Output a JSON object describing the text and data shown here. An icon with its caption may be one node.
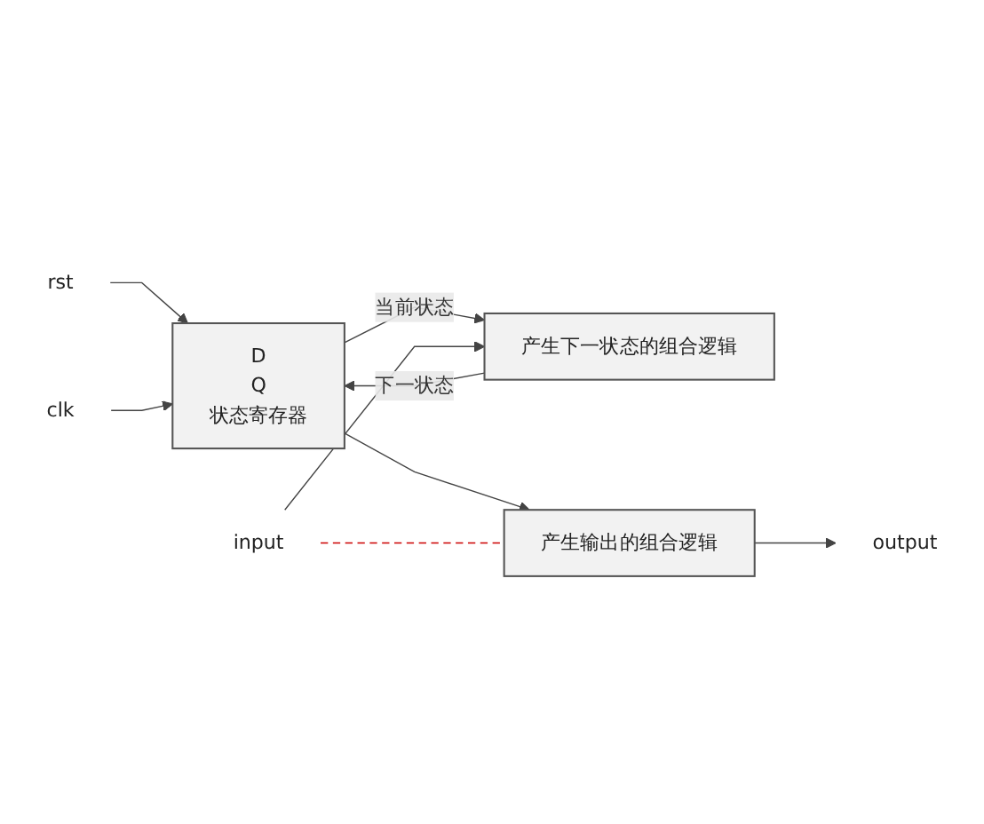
{
  "diagram": {
    "nodes": [
      {
        "text": [
          "D",
          "Q",
          "状态寄存器"
        ]
      },
      {
        "text": [
          "产生下一状态的组合逻辑"
        ]
      },
      {
        "text": [
          "产生输出的组合逻辑"
        ]
      },
      {
        "text": [
          "rst"
        ]
      },
      {
        "text": [
          "clk"
        ]
      },
      {
        "text": [
          "input"
        ]
      },
      {
        "text": [
          "output"
        ]
      }
    ],
    "edges": [
      {
        "from": 3,
        "to": 0,
        "arrow": "to"
      },
      {
        "from": 4,
        "to": 0,
        "arrow": "to"
      },
      {
        "from": 0,
        "to": 1,
        "arrow": "to",
        "label": "当前状态"
      },
      {
        "from": 0,
        "to": 2,
        "arrow": "to"
      },
      {
        "from": 1,
        "to": 0,
        "arrow": "to",
        "label": "下一状态"
      },
      {
        "from": 5,
        "to": 1,
        "arrow": "to"
      },
      {
        "from": 5,
        "to": 2,
        "arrow": "none",
        "style": "dashed",
        "color": "#cc0000"
      },
      {
        "from": 2,
        "to": 6,
        "arrow": "to"
      }
    ]
  }
}
